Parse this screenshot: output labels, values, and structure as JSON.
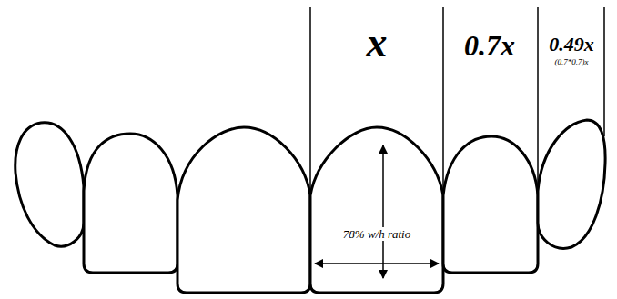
{
  "diagram": {
    "labels": [
      "x",
      "0.7x",
      "0.49x",
      "(0.7*0.7)x",
      "78% w/h ratio"
    ]
  }
}
